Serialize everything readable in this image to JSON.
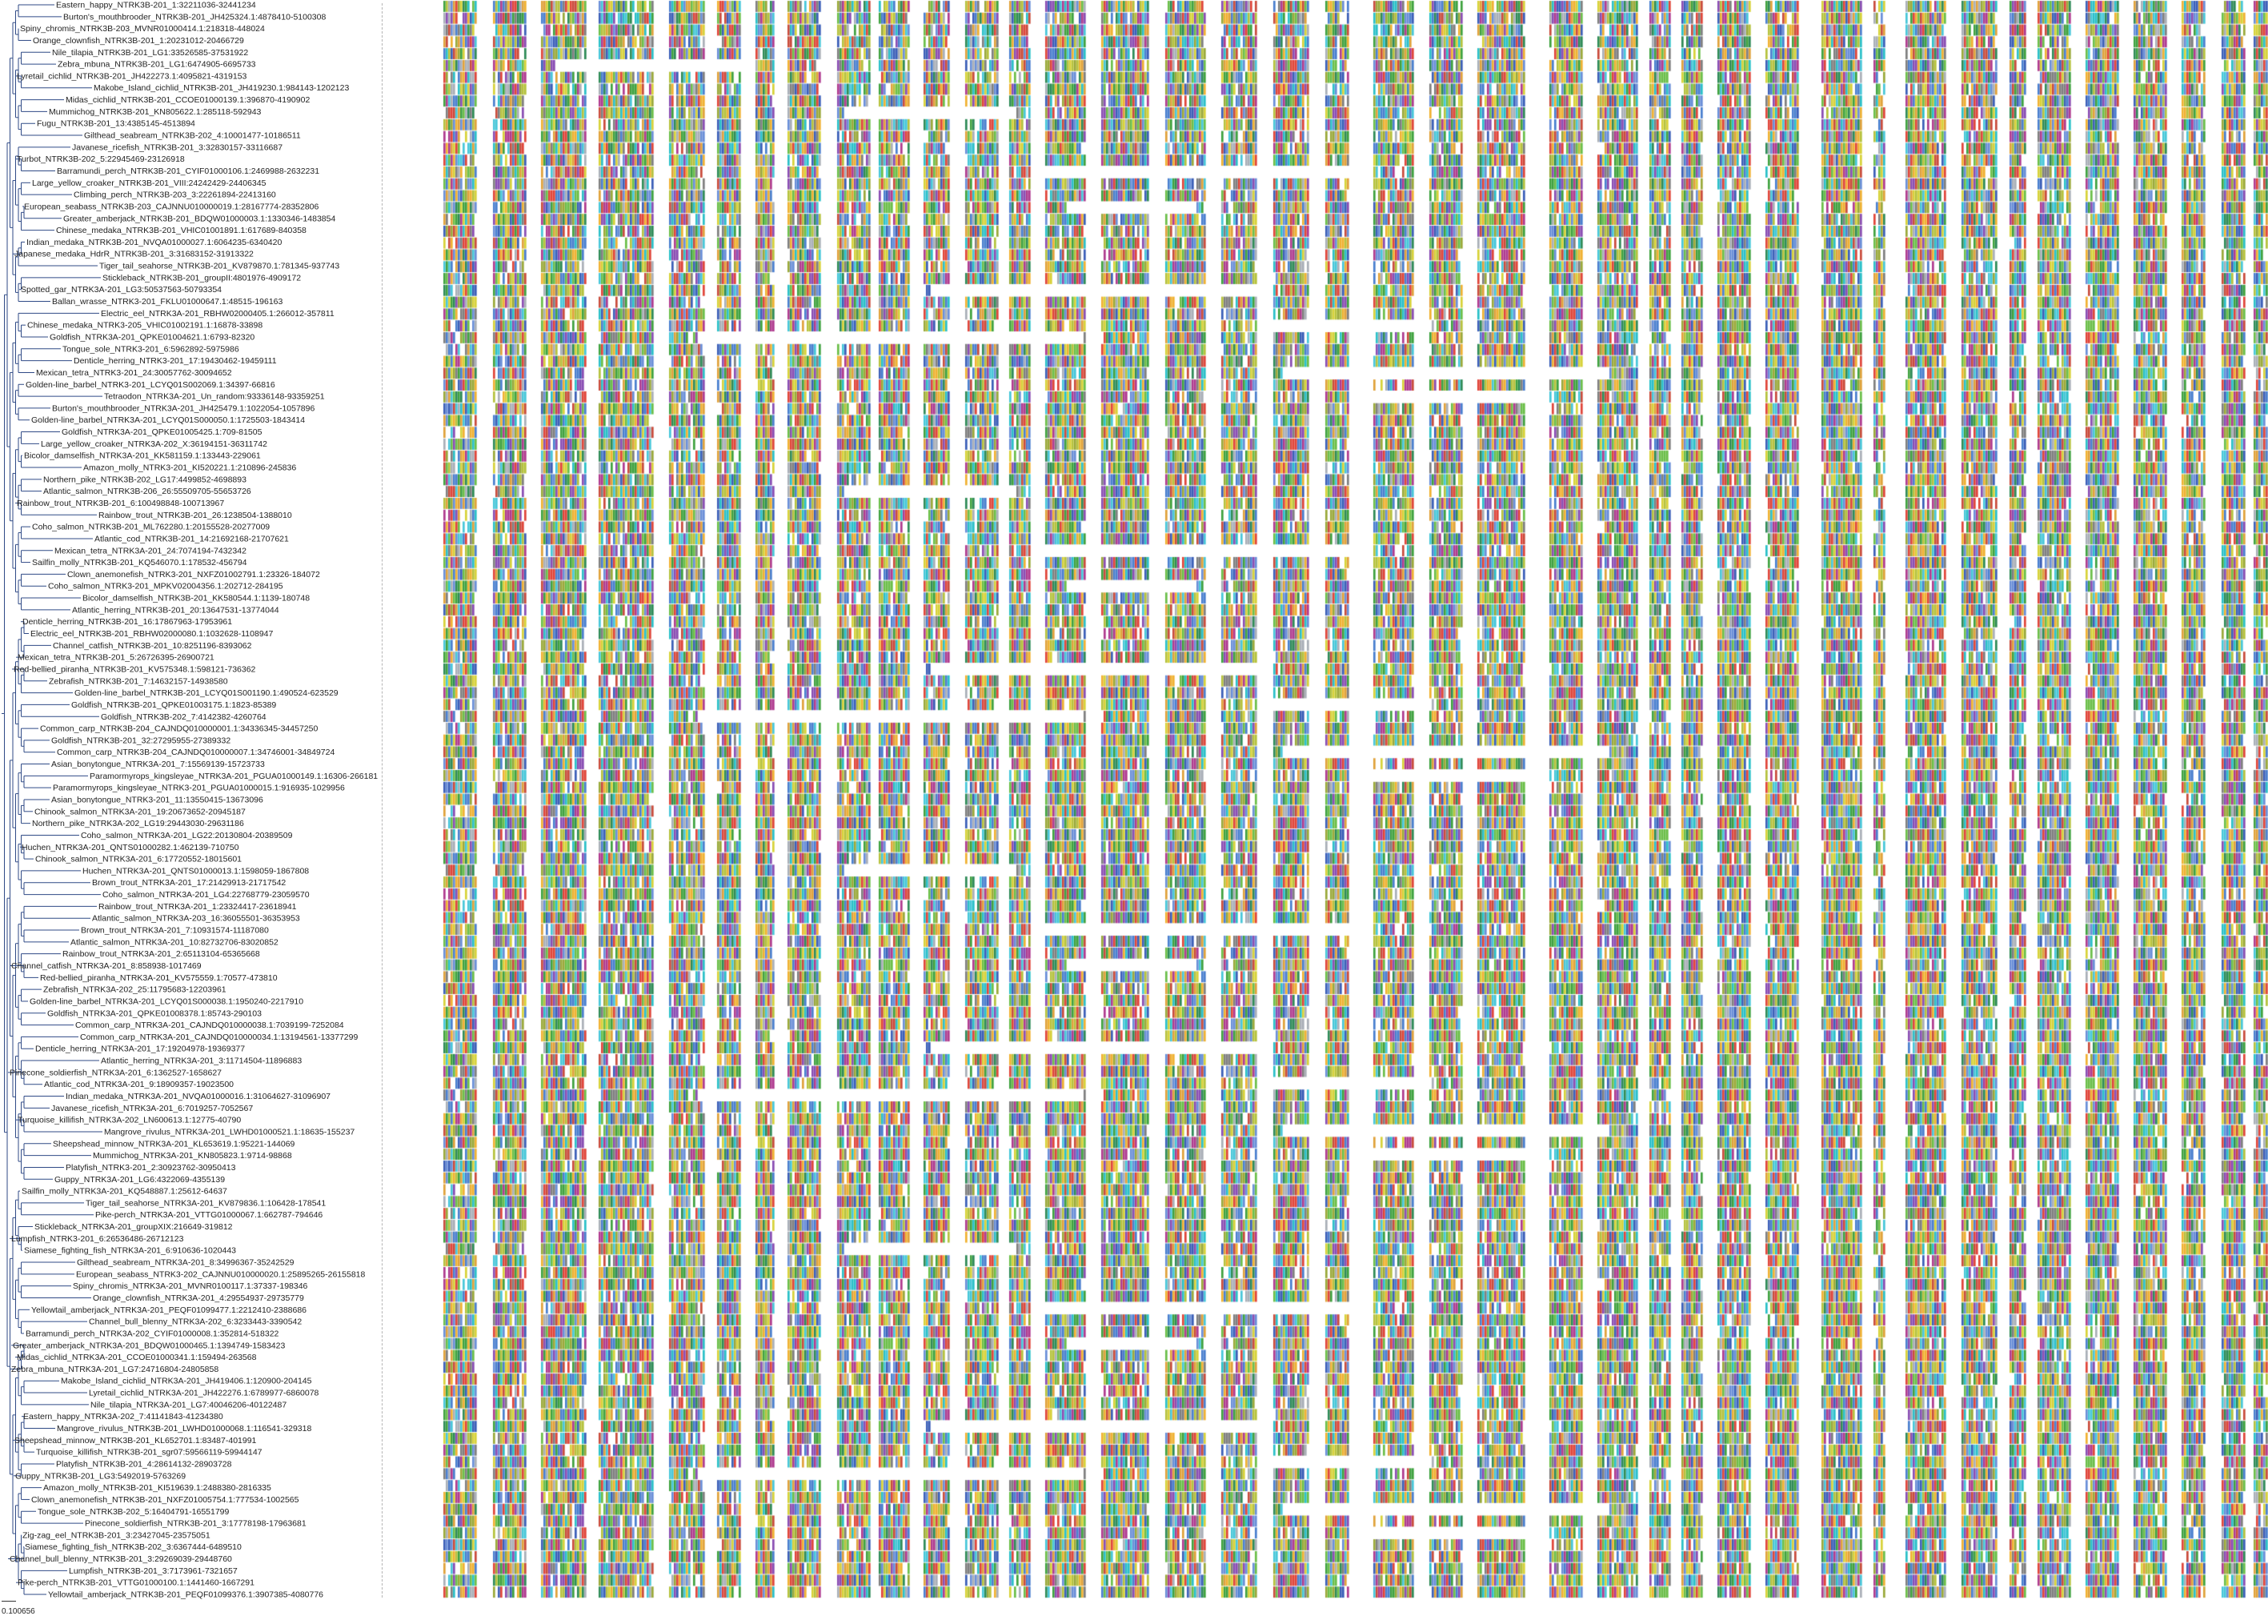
{
  "scale_label": "0.100656",
  "colors": {
    "tree_line": "#2f4a86",
    "label": "#222222",
    "divider": "#b5b5b5",
    "residues": [
      "#4a7fcf",
      "#3b5fb8",
      "#6a8fd8",
      "#9aa93a",
      "#b6c23e",
      "#e0a23b",
      "#f0b232",
      "#d7d23a",
      "#6cbf4a",
      "#3fa23f",
      "#2e8b57",
      "#c94c3c",
      "#e0453a",
      "#b03b8f",
      "#8a4db3",
      "#48c7d9",
      "#2bc0c8",
      "#aab0b8",
      "#7f7f7f"
    ]
  },
  "sequences": [
    "Eastern_happy_NTRK3B-201_1:32211036-32441234",
    "Burton's_mouthbrooder_NTRK3B-201_JH425324.1:4878410-5100308",
    "Spiny_chromis_NTRK3B-203_MVNR01000414.1:218318-448024",
    "Orange_clownfish_NTRK3B-201_1:20231012-20466729",
    "Nile_tilapia_NTRK3B-201_LG1:33526585-37531922",
    "Zebra_mbuna_NTRK3B-201_LG1:6474905-6695733",
    "Lyretail_cichlid_NTRK3B-201_JH422273.1:4095821-4319153",
    "Makobe_Island_cichlid_NTRK3B-201_JH419230.1:984143-1202123",
    "Midas_cichlid_NTRK3B-201_CCOE01000139.1:396870-4190902",
    "Mummichog_NTRK3B-201_KN805622.1:285118-592943",
    "Fugu_NTRK3B-201_13:4385145-4513894",
    "Gilthead_seabream_NTRK3B-202_4:10001477-10186511",
    "Javanese_ricefish_NTRK3B-201_3:32830157-33116687",
    "Turbot_NTRK3B-202_5:22945469-23126918",
    "Barramundi_perch_NTRK3B-201_CYIF01000106.1:2469988-2632231",
    "Large_yellow_croaker_NTRK3B-201_VIII:24242429-24406345",
    "Climbing_perch_NTRK3B-203_3:22261894-22413160",
    "European_seabass_NTRK3B-203_CAJNNU010000019.1:28167774-28352806",
    "Greater_amberjack_NTRK3B-201_BDQW01000003.1:1330346-1483854",
    "Chinese_medaka_NTRK3B-201_VHIC01001891.1:617689-840358",
    "Indian_medaka_NTRK3B-201_NVQA01000027.1:6064235-6340420",
    "Japanese_medaka_HdrR_NTRK3B-201_3:31683152-31913322",
    "Tiger_tail_seahorse_NTRK3B-201_KV879870.1:781345-937743",
    "Stickleback_NTRK3B-201_groupII:4801976-4909172",
    "Spotted_gar_NTRK3A-201_LG3:50537563-50793354",
    "Ballan_wrasse_NTRK3-201_FKLU01000647.1:48515-196163",
    "Electric_eel_NTRK3A-201_RBHW02000405.1:266012-357811",
    "Chinese_medaka_NTRK3-205_VHIC01002191.1:16878-33898",
    "Goldfish_NTRK3A-201_QPKE01004621.1:6793-82320",
    "Tongue_sole_NTRK3-201_6:5962892-5975986",
    "Denticle_herring_NTRK3-201_17:19430462-19459111",
    "Mexican_tetra_NTRK3-201_24:30057762-30094652",
    "Golden-line_barbel_NTRK3-201_LCYQ01S002069.1:34397-66816",
    "Tetraodon_NTRK3A-201_Un_random:93336148-93359251",
    "Burton's_mouthbrooder_NTRK3A-201_JH425479.1:1022054-1057896",
    "Golden-line_barbel_NTRK3A-201_LCYQ01S000050.1:1725503-1843414",
    "Goldfish_NTRK3A-201_QPKE01005425.1:709-81505",
    "Large_yellow_croaker_NTRK3A-202_X:36194151-36311742",
    "Bicolor_damselfish_NTRK3A-201_KK581159.1:133443-229061",
    "Amazon_molly_NTRK3-201_KI520221.1:210896-245836",
    "Northern_pike_NTRK3B-202_LG17:4499852-4698893",
    "Atlantic_salmon_NTRK3B-206_26:55509705-55653726",
    "Rainbow_trout_NTRK3B-201_6:100498848-100713967",
    "Rainbow_trout_NTRK3B-201_26:1238504-1388010",
    "Coho_salmon_NTRK3B-201_ML762280.1:20155528-20277009",
    "Atlantic_cod_NTRK3B-201_14:21692168-21707621",
    "Mexican_tetra_NTRK3A-201_24:7074194-7432342",
    "Sailfin_molly_NTRK3B-201_KQ546070.1:178532-456794",
    "Clown_anemonefish_NTRK3-201_NXFZ01002791.1:23326-184072",
    "Coho_salmon_NTRK3-201_MPKV02004356.1:202712-284195",
    "Bicolor_damselfish_NTRK3B-201_KK580544.1:1139-180748",
    "Atlantic_herring_NTRK3B-201_20:13647531-13774044",
    "Denticle_herring_NTRK3B-201_16:17867963-17953961",
    "Electric_eel_NTRK3B-201_RBHW02000080.1:1032628-1108947",
    "Channel_catfish_NTRK3B-201_10:8251196-8393062",
    "Mexican_tetra_NTRK3B-201_5:26726395-26900721",
    "Red-bellied_piranha_NTRK3B-201_KV575348.1:598121-736362",
    "Zebrafish_NTRK3B-201_7:14632157-14938580",
    "Golden-line_barbel_NTRK3B-201_LCYQ01S001190.1:490524-623529",
    "Goldfish_NTRK3B-201_QPKE01003175.1:1823-85389",
    "Goldfish_NTRK3B-202_7:4142382-4260764",
    "Common_carp_NTRK3B-204_CAJNDQ010000001.1:34336345-34457250",
    "Goldfish_NTRK3B-201_32:27295955-27389332",
    "Common_carp_NTRK3B-204_CAJNDQ010000007.1:34746001-34849724",
    "Asian_bonytongue_NTRK3A-201_7:15569139-15723733",
    "Paramormyrops_kingsleyae_NTRK3A-201_PGUA01000149.1:16306-266181",
    "Paramormyrops_kingsleyae_NTRK3-201_PGUA01000015.1:916935-1029956",
    "Asian_bonytongue_NTRK3-201_11:13550415-13673096",
    "Chinook_salmon_NTRK3A-201_19:20673652-20945187",
    "Northern_pike_NTRK3A-202_LG19:29443030-29631186",
    "Coho_salmon_NTRK3A-201_LG22:20130804-20389509",
    "Huchen_NTRK3A-201_QNTS01000282.1:462139-710750",
    "Chinook_salmon_NTRK3A-201_6:17720552-18015601",
    "Huchen_NTRK3A-201_QNTS01000013.1:1598059-1867808",
    "Brown_trout_NTRK3A-201_17:21429913-21717542",
    "Coho_salmon_NTRK3A-201_LG4:22768779-23059570",
    "Rainbow_trout_NTRK3A-201_1:23324417-23618941",
    "Atlantic_salmon_NTRK3A-203_16:36055501-36353953",
    "Brown_trout_NTRK3A-201_7:10931574-11187080",
    "Atlantic_salmon_NTRK3A-201_10:82732706-83020852",
    "Rainbow_trout_NTRK3A-201_2:65113104-65365668",
    "Channel_catfish_NTRK3A-201_8:858938-1017469",
    "Red-bellied_piranha_NTRK3A-201_KV575559.1:70577-473810",
    "Zebrafish_NTRK3A-202_25:11795683-12203961",
    "Golden-line_barbel_NTRK3A-201_LCYQ01S000038.1:1950240-2217910",
    "Goldfish_NTRK3A-201_QPKE01008378.1:85743-290103",
    "Common_carp_NTRK3A-201_CAJNDQ010000038.1:7039199-7252084",
    "Common_carp_NTRK3A-201_CAJNDQ010000034.1:13194561-13377299",
    "Denticle_herring_NTRK3A-201_17:19204978-19369377",
    "Atlantic_herring_NTRK3A-201_3:11714504-11896883",
    "Pinecone_soldierfish_NTRK3A-201_6:1362527-1658627",
    "Atlantic_cod_NTRK3A-201_9:18909357-19023500",
    "Indian_medaka_NTRK3A-201_NVQA01000016.1:31064627-31096907",
    "Javanese_ricefish_NTRK3A-201_6:7019257-7052567",
    "Turquoise_killifish_NTRK3A-202_LN600613.1:12775-40790",
    "Mangrove_rivulus_NTRK3A-201_LWHD01000521.1:18635-155237",
    "Sheepshead_minnow_NTRK3A-201_KL653619.1:95221-144069",
    "Mummichog_NTRK3A-201_KN805823.1:9714-98868",
    "Platyfish_NTRK3-201_2:30923762-30950413",
    "Guppy_NTRK3A-201_LG6:4322069-4355139",
    "Sailfin_molly_NTRK3A-201_KQ548887.1:25612-64637",
    "Tiger_tail_seahorse_NTRK3A-201_KV879836.1:106428-178541",
    "Pike-perch_NTRK3A-201_VTTG01000067.1:662787-794646",
    "Stickleback_NTRK3A-201_groupXIX:216649-319812",
    "Lumpfish_NTRK3-201_6:26536486-26712123",
    "Siamese_fighting_fish_NTRK3A-201_6:910636-1020443",
    "Gilthead_seabream_NTRK3A-201_8:34996367-35242529",
    "European_seabass_NTRK3-202_CAJNNU010000020.1:25895265-26155818",
    "Spiny_chromis_NTRK3A-201_MVNR0100117.1:37337-198346",
    "Orange_clownfish_NTRK3A-201_4:29554937-29735779",
    "Yellowtail_amberjack_NTRK3A-201_PEQF01099477.1:2212410-2388686",
    "Channel_bull_blenny_NTRK3A-202_6:3233443-3390542",
    "Barramundi_perch_NTRK3A-202_CYIF01000008.1:352814-518322",
    "Greater_amberjack_NTRK3A-201_BDQW01000465.1:1394749-1583423",
    "Midas_cichlid_NTRK3A-201_CCOE01000341.1:159494-263568",
    "Zebra_mbuna_NTRK3A-201_LG7:24716804-24805858",
    "Makobe_Island_cichlid_NTRK3A-201_JH419406.1:120900-204145",
    "Lyretail_cichlid_NTRK3A-201_JH422276.1:6789977-6860078",
    "Nile_tilapia_NTRK3A-201_LG7:40046206-40122487",
    "Eastern_happy_NTRK3A-202_7:41141843-41234380",
    "Mangrove_rivulus_NTRK3B-201_LWHD01000068.1:116541-329318",
    "Sheepshead_minnow_NTRK3B-201_KL652701.1:83487-401991",
    "Turquoise_killifish_NTRK3B-201_sgr07:59566119-59944147",
    "Platyfish_NTRK3B-201_4:28614132-28903728",
    "Guppy_NTRK3B-201_LG3:5492019-5763269",
    "Amazon_molly_NTRK3B-201_KI519639.1:2488380-2816335",
    "Clown_anemonefish_NTRK3B-201_NXFZ01005754.1:777534-1002565",
    "Tongue_sole_NTRK3B-202_5:16404791-16551799",
    "Pinecone_soldierfish_NTRK3B-201_3:17778198-17963681",
    "Zig-zag_eel_NTRK3B-201_3:23427045-23575051",
    "Siamese_fighting_fish_NTRK3B-202_3:6367444-6489510",
    "Channel_bull_blenny_NTRK3B-201_3:29269039-29448760",
    "Lumpfish_NTRK3B-201_3:7173961-7321657",
    "Pike-perch_NTRK3B-201_VTTG01000100.1:1441460-1667291",
    "Yellowtail_amberjack_NTRK3B-201_PEQF01099376.1:3907385-4080776"
  ]
}
